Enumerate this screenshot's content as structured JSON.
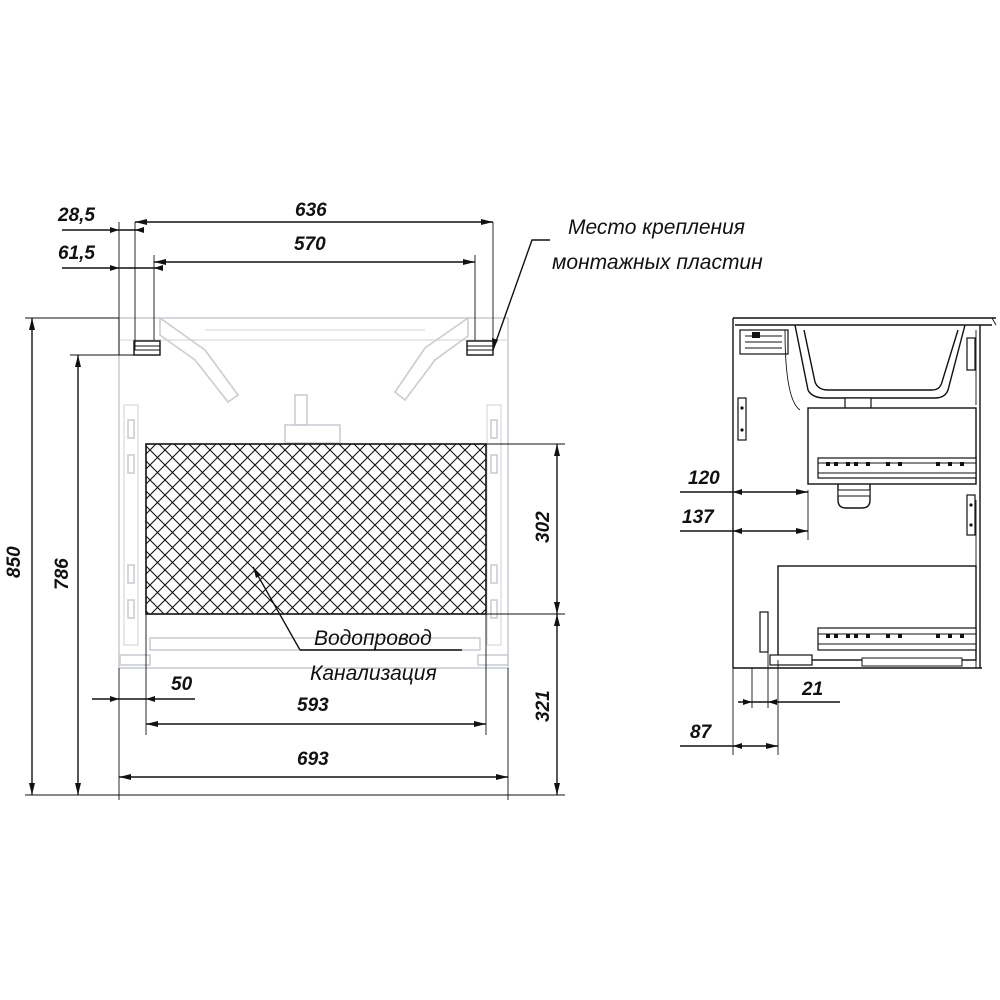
{
  "front_view": {
    "dims": {
      "d_28_5": "28,5",
      "d_61_5": "61,5",
      "d_636": "636",
      "d_570": "570",
      "d_850": "850",
      "d_786": "786",
      "d_302": "302",
      "d_321": "321",
      "d_50": "50",
      "d_593": "593",
      "d_693": "693"
    },
    "notes": {
      "mount_line1": "Место крепления",
      "mount_line2": "монтажных пластин",
      "water": "Водопровод",
      "sewer": "Канализация"
    }
  },
  "side_view": {
    "dims": {
      "d_120": "120",
      "d_137": "137",
      "d_21": "21",
      "d_87": "87"
    }
  }
}
